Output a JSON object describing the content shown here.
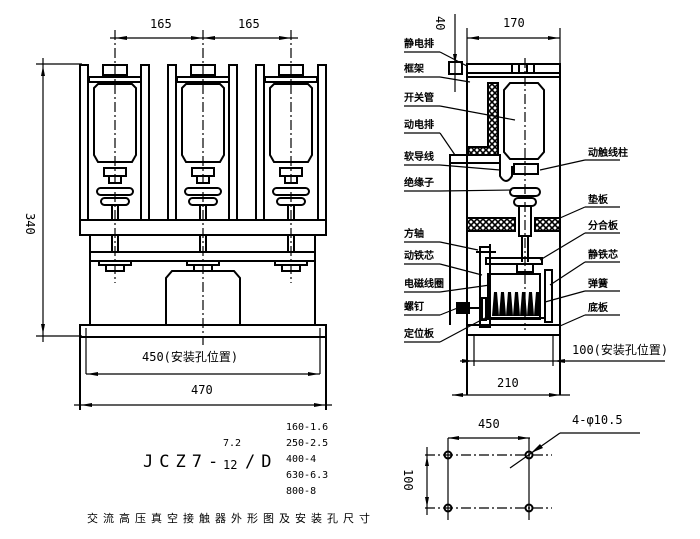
{
  "front_view": {
    "dim_pitch_left": "165",
    "dim_pitch_right": "165",
    "dim_height": "340",
    "dim_mount": "450(安装孔位置)",
    "dim_width": "470"
  },
  "side_view": {
    "dim_top": "40",
    "dim_depth": "170",
    "dim_base": "210",
    "dim_mount": "100(安装孔位置)",
    "labels_left": [
      "静电排",
      "框架",
      "开关管",
      "动电排",
      "软导线",
      "绝缘子",
      "方轴",
      "动铁芯",
      "电磁线圈",
      "螺钉",
      "定位板"
    ],
    "labels_right": [
      "动触线柱",
      "垫板",
      "分合板",
      "静铁芯",
      "弹簧",
      "底板"
    ]
  },
  "mounting_plan": {
    "dim_width": "450",
    "dim_height": "100",
    "holes": "4-φ10.5"
  },
  "model": {
    "prefix": "JCZ7-",
    "voltage_top": "7.2",
    "voltage_bottom": "12",
    "suffix": "/D",
    "ratings": [
      "160-1.6",
      "250-2.5",
      "400-4",
      "630-6.3",
      "800-8"
    ]
  },
  "caption": "交流高压真空接触器外形图及安装孔尺寸"
}
